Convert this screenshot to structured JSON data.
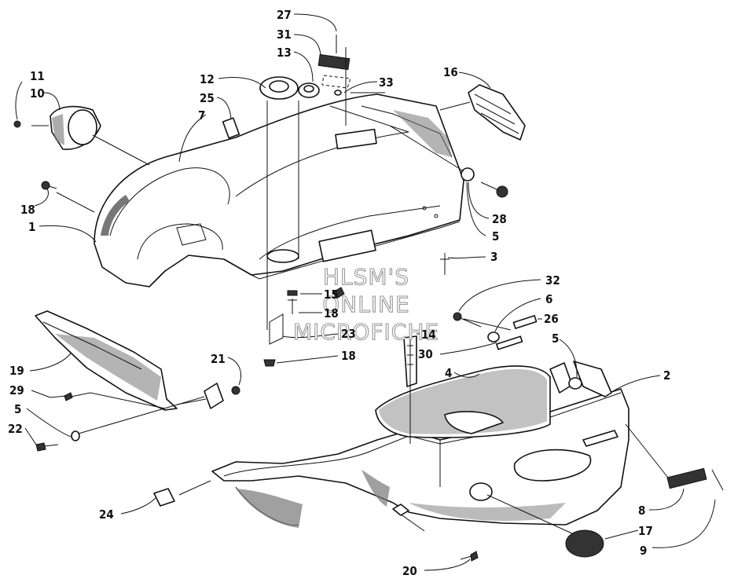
{
  "diagram": {
    "callouts": [
      {
        "id": "c27",
        "label": "27"
      },
      {
        "id": "c31",
        "label": "31"
      },
      {
        "id": "c13",
        "label": "13"
      },
      {
        "id": "c33",
        "label": "33"
      },
      {
        "id": "c12",
        "label": "12"
      },
      {
        "id": "c25",
        "label": "25"
      },
      {
        "id": "c7",
        "label": "7"
      },
      {
        "id": "c11",
        "label": "11"
      },
      {
        "id": "c10",
        "label": "10"
      },
      {
        "id": "c16",
        "label": "16"
      },
      {
        "id": "c18a",
        "label": "18"
      },
      {
        "id": "c1",
        "label": "1"
      },
      {
        "id": "c28",
        "label": "28"
      },
      {
        "id": "c5a",
        "label": "5"
      },
      {
        "id": "c3",
        "label": "3"
      },
      {
        "id": "c15",
        "label": "15"
      },
      {
        "id": "c18b",
        "label": "18"
      },
      {
        "id": "c23",
        "label": "23"
      },
      {
        "id": "c18c",
        "label": "18"
      },
      {
        "id": "c32",
        "label": "32"
      },
      {
        "id": "c6",
        "label": "6"
      },
      {
        "id": "c26",
        "label": "26"
      },
      {
        "id": "c5b",
        "label": "5"
      },
      {
        "id": "c14",
        "label": "14"
      },
      {
        "id": "c30",
        "label": "30"
      },
      {
        "id": "c4",
        "label": "4"
      },
      {
        "id": "c2",
        "label": "2"
      },
      {
        "id": "c21",
        "label": "21"
      },
      {
        "id": "c19",
        "label": "19"
      },
      {
        "id": "c29",
        "label": "29"
      },
      {
        "id": "c5c",
        "label": "5"
      },
      {
        "id": "c22",
        "label": "22"
      },
      {
        "id": "c24",
        "label": "24"
      },
      {
        "id": "c8",
        "label": "8"
      },
      {
        "id": "c17",
        "label": "17"
      },
      {
        "id": "c9",
        "label": "9"
      },
      {
        "id": "c20",
        "label": "20"
      }
    ],
    "watermark": [
      "HLSM'S",
      "ONLINE",
      "MICROFICHE"
    ],
    "colors": {
      "ink": "#111111",
      "shade": "#777777",
      "paper": "#ffffff"
    }
  }
}
